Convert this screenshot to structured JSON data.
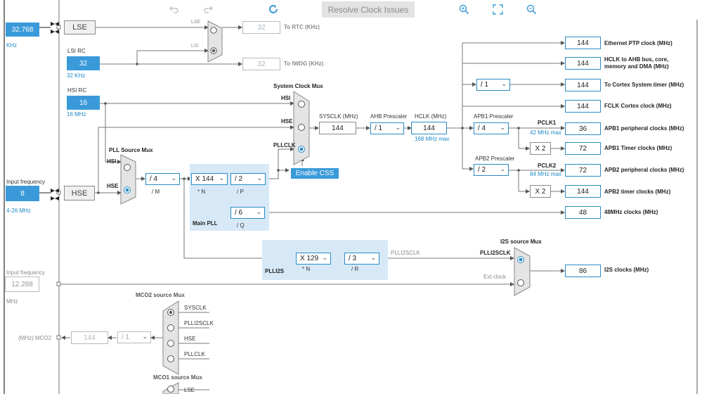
{
  "toolbar": {
    "undo_icon": "undo-icon",
    "redo_icon": "redo-icon",
    "refresh_icon": "refresh-icon",
    "resolve_label": "Resolve Clock Issues",
    "zoom_in_icon": "zoom-in-icon",
    "fit_icon": "fit-screen-icon",
    "zoom_out_icon": "zoom-out-icon"
  },
  "lse": {
    "freq": "32.768",
    "unit": "KHz",
    "label": "LSE"
  },
  "lsi": {
    "title": "LSI RC",
    "value": "32",
    "unit": "32 KHz"
  },
  "hsi": {
    "title": "HSI RC",
    "value": "16",
    "unit": "16 MHz"
  },
  "hse_in": {
    "title": "Input frequency",
    "value": "8",
    "range": "4-26 MHz",
    "label": "HSE"
  },
  "i2s_in": {
    "title": "Input frequency",
    "value": "12.288",
    "unit": "MHz"
  },
  "rtc": {
    "mux_lse": "LSE",
    "mux_lsi": "LSI",
    "value": "32",
    "label": "To RTC (KHz)"
  },
  "iwdg": {
    "value": "32",
    "label": "To IWDG (KHz)"
  },
  "sysmux": {
    "title": "System Clock Mux",
    "hsi": "HSI",
    "hse": "HSE",
    "pllclk": "PLLCLK",
    "css_label": "Enable CSS"
  },
  "sysclk": {
    "label": "SYSCLK (MHz)",
    "value": "144"
  },
  "ahb": {
    "label": "AHB Prescaler",
    "value": "/ 1"
  },
  "hclk": {
    "label": "HCLK (MHz)",
    "value": "144",
    "max": "168 MHz max"
  },
  "pllsrc": {
    "title": "PLL Source Mux",
    "hsi": "HSI",
    "hse": "HSE"
  },
  "pll": {
    "m_value": "/ 4",
    "m_label": "/ M",
    "n_value": "X 144",
    "n_label": "* N",
    "p_value": "/ 2",
    "p_label": "/ P",
    "q_value": "/ 6",
    "q_label": "/ Q",
    "title": "Main PLL"
  },
  "plli2s": {
    "title": "PLLI2S",
    "n_value": "X 129",
    "n_label": "* N",
    "r_value": "/ 3",
    "r_label": "/ R",
    "clk_label": "PLLI2SCLK"
  },
  "apb1": {
    "label": "APB1 Prescaler",
    "value": "/ 4",
    "pclk": "PCLK1",
    "max": "42 MHz max",
    "timer_mul": "X 2"
  },
  "apb2": {
    "label": "APB2 Prescaler",
    "value": "/ 2",
    "pclk": "PCLK2",
    "max": "84 MHz max",
    "timer_mul": "X 2"
  },
  "cortex_div": "/ 1",
  "outputs": [
    {
      "value": "144",
      "label": "Ethernet PTP clock (MHz)"
    },
    {
      "value": "144",
      "label": "HCLK to AHB bus, core,",
      "label2": "memory and DMA (MHz)"
    },
    {
      "value": "144",
      "label": "To Cortex System timer (MHz)"
    },
    {
      "value": "144",
      "label": "FCLK Cortex clock (MHz)"
    },
    {
      "value": "36",
      "label": "APB1 peripheral clocks (MHz)"
    },
    {
      "value": "72",
      "label": "APB1 Timer clocks (MHz)"
    },
    {
      "value": "72",
      "label": "APB2 peripheral clocks (MHz)"
    },
    {
      "value": "144",
      "label": "APB2 timer clocks (MHz)"
    },
    {
      "value": "48",
      "label": "48MHz clocks (MHz)"
    },
    {
      "value": "86",
      "label": "I2S clocks (MHz)"
    }
  ],
  "i2smux": {
    "title": "I2S source Mux",
    "plli2sclk": "PLLI2SCLK",
    "ext": "Ext clock"
  },
  "mco2": {
    "title": "MCO2 source Mux",
    "inputs": [
      "SYSCLK",
      "PLLI2SCLK",
      "HSE",
      "PLLCLK"
    ],
    "div": "/ 1",
    "value": "144",
    "label": "(MHz) MCO2"
  },
  "mco1": {
    "title": "MCO1 source Mux",
    "first_input": "LSE"
  }
}
